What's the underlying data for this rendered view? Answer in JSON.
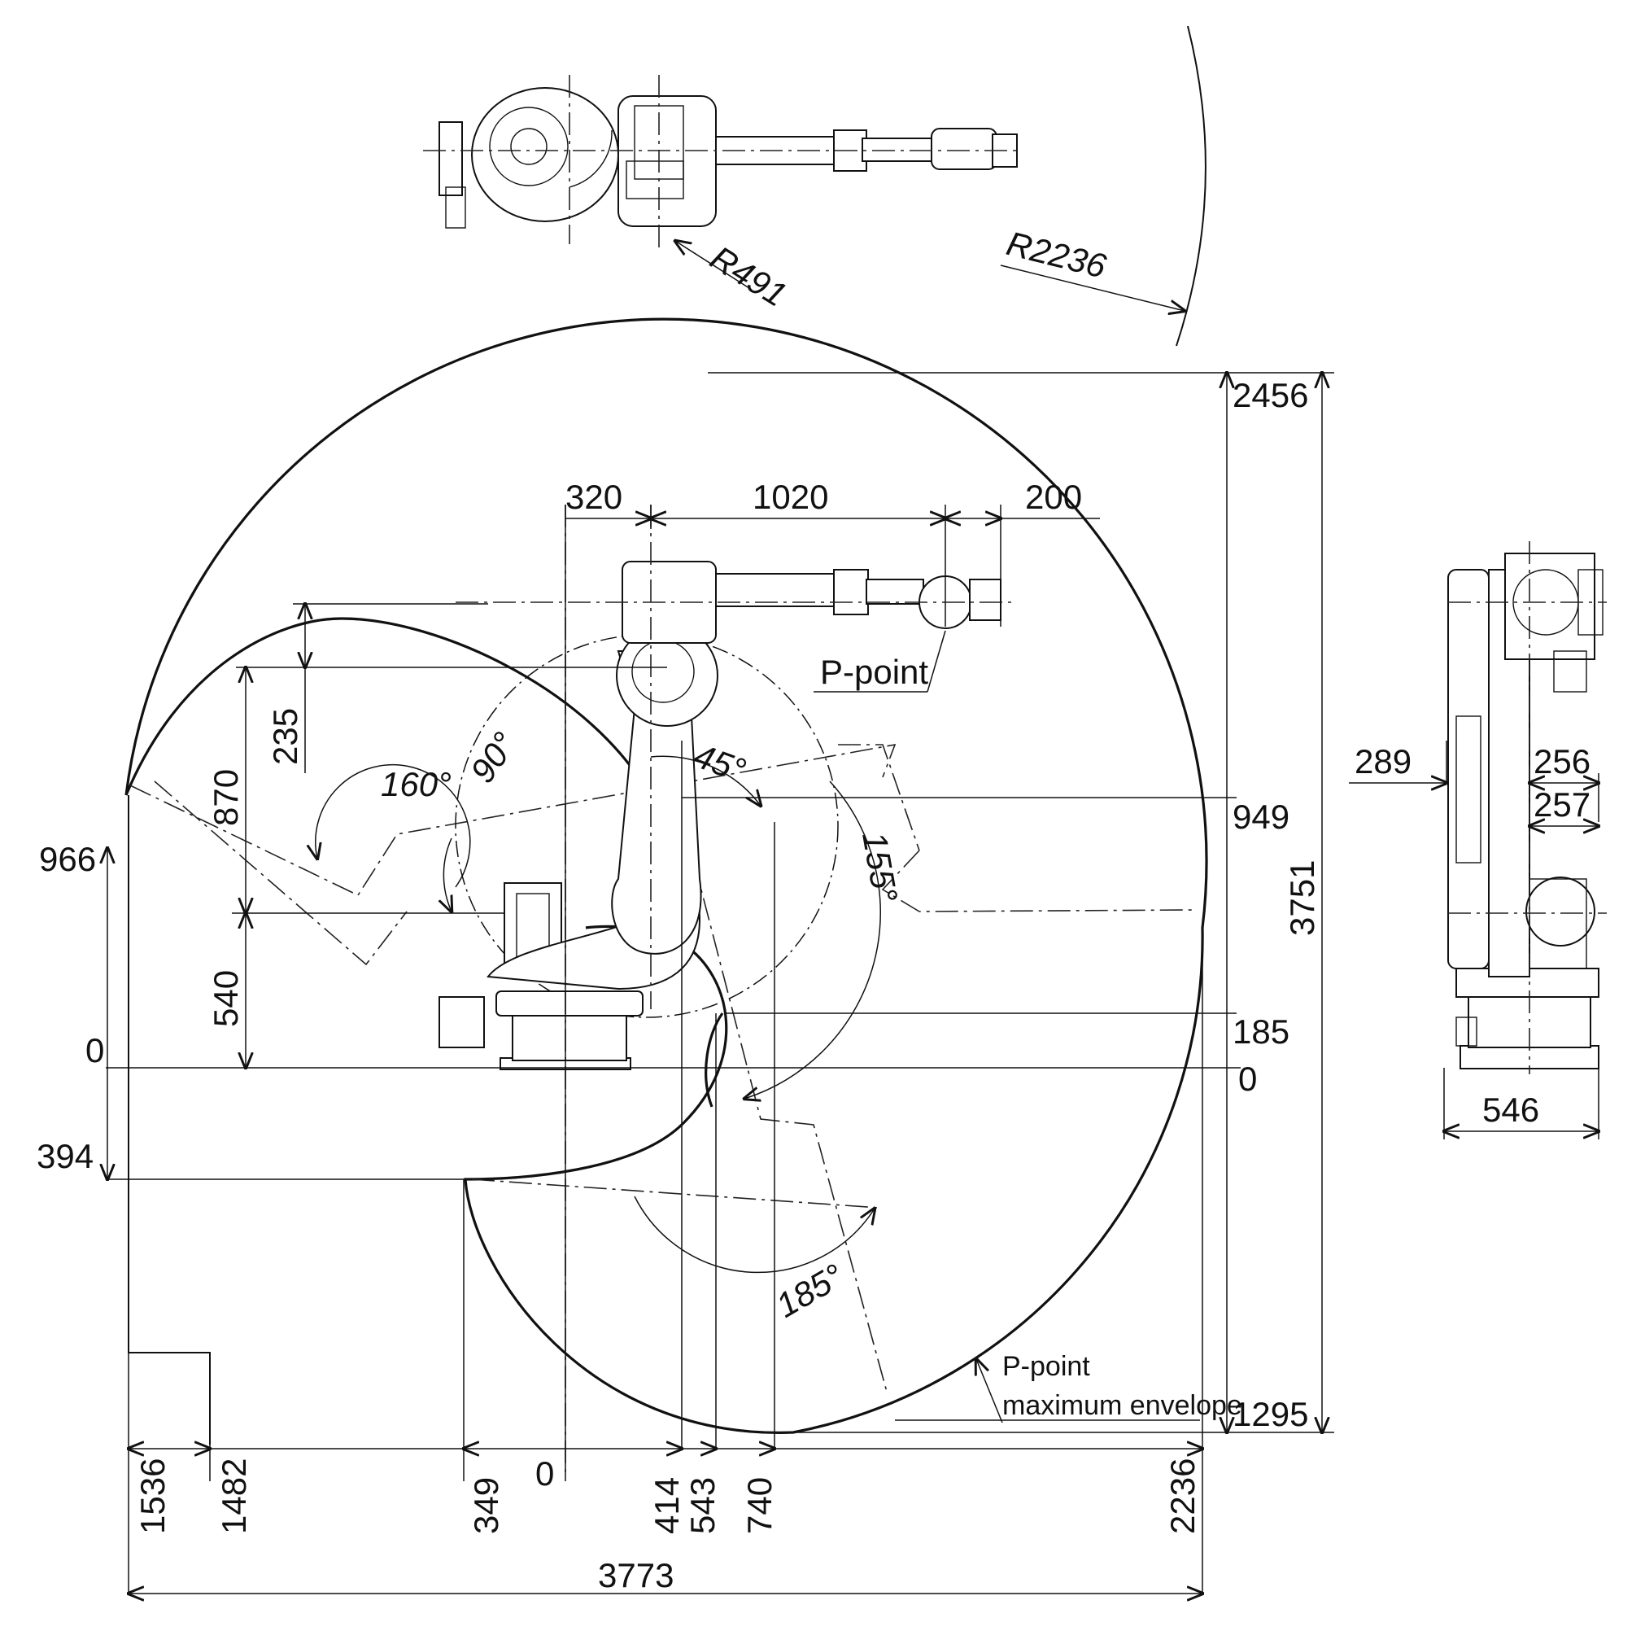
{
  "top_view": {
    "radius_inner": "R491",
    "radius_outer": "R2236"
  },
  "side_view": {
    "top_dims": [
      "320",
      "1020",
      "200"
    ],
    "vertical_left": [
      "235",
      "870",
      "540"
    ],
    "left_levels": [
      "966",
      "0",
      "394"
    ],
    "right_levels": [
      "2456",
      "949",
      "185",
      "0",
      "1295"
    ],
    "total_height": "3751",
    "angles": [
      "160°",
      "90°",
      "45°",
      "155°",
      "185°"
    ],
    "p_point_label": "P-point",
    "envelope_label_1": "P-point",
    "envelope_label_2": "maximum envelope",
    "bottom_dims": [
      "1536",
      "1482",
      "349",
      "0",
      "414",
      "543",
      "740",
      "2236"
    ],
    "total_width": "3773"
  },
  "end_view": {
    "dims": [
      "289",
      "256",
      "257",
      "546"
    ]
  }
}
